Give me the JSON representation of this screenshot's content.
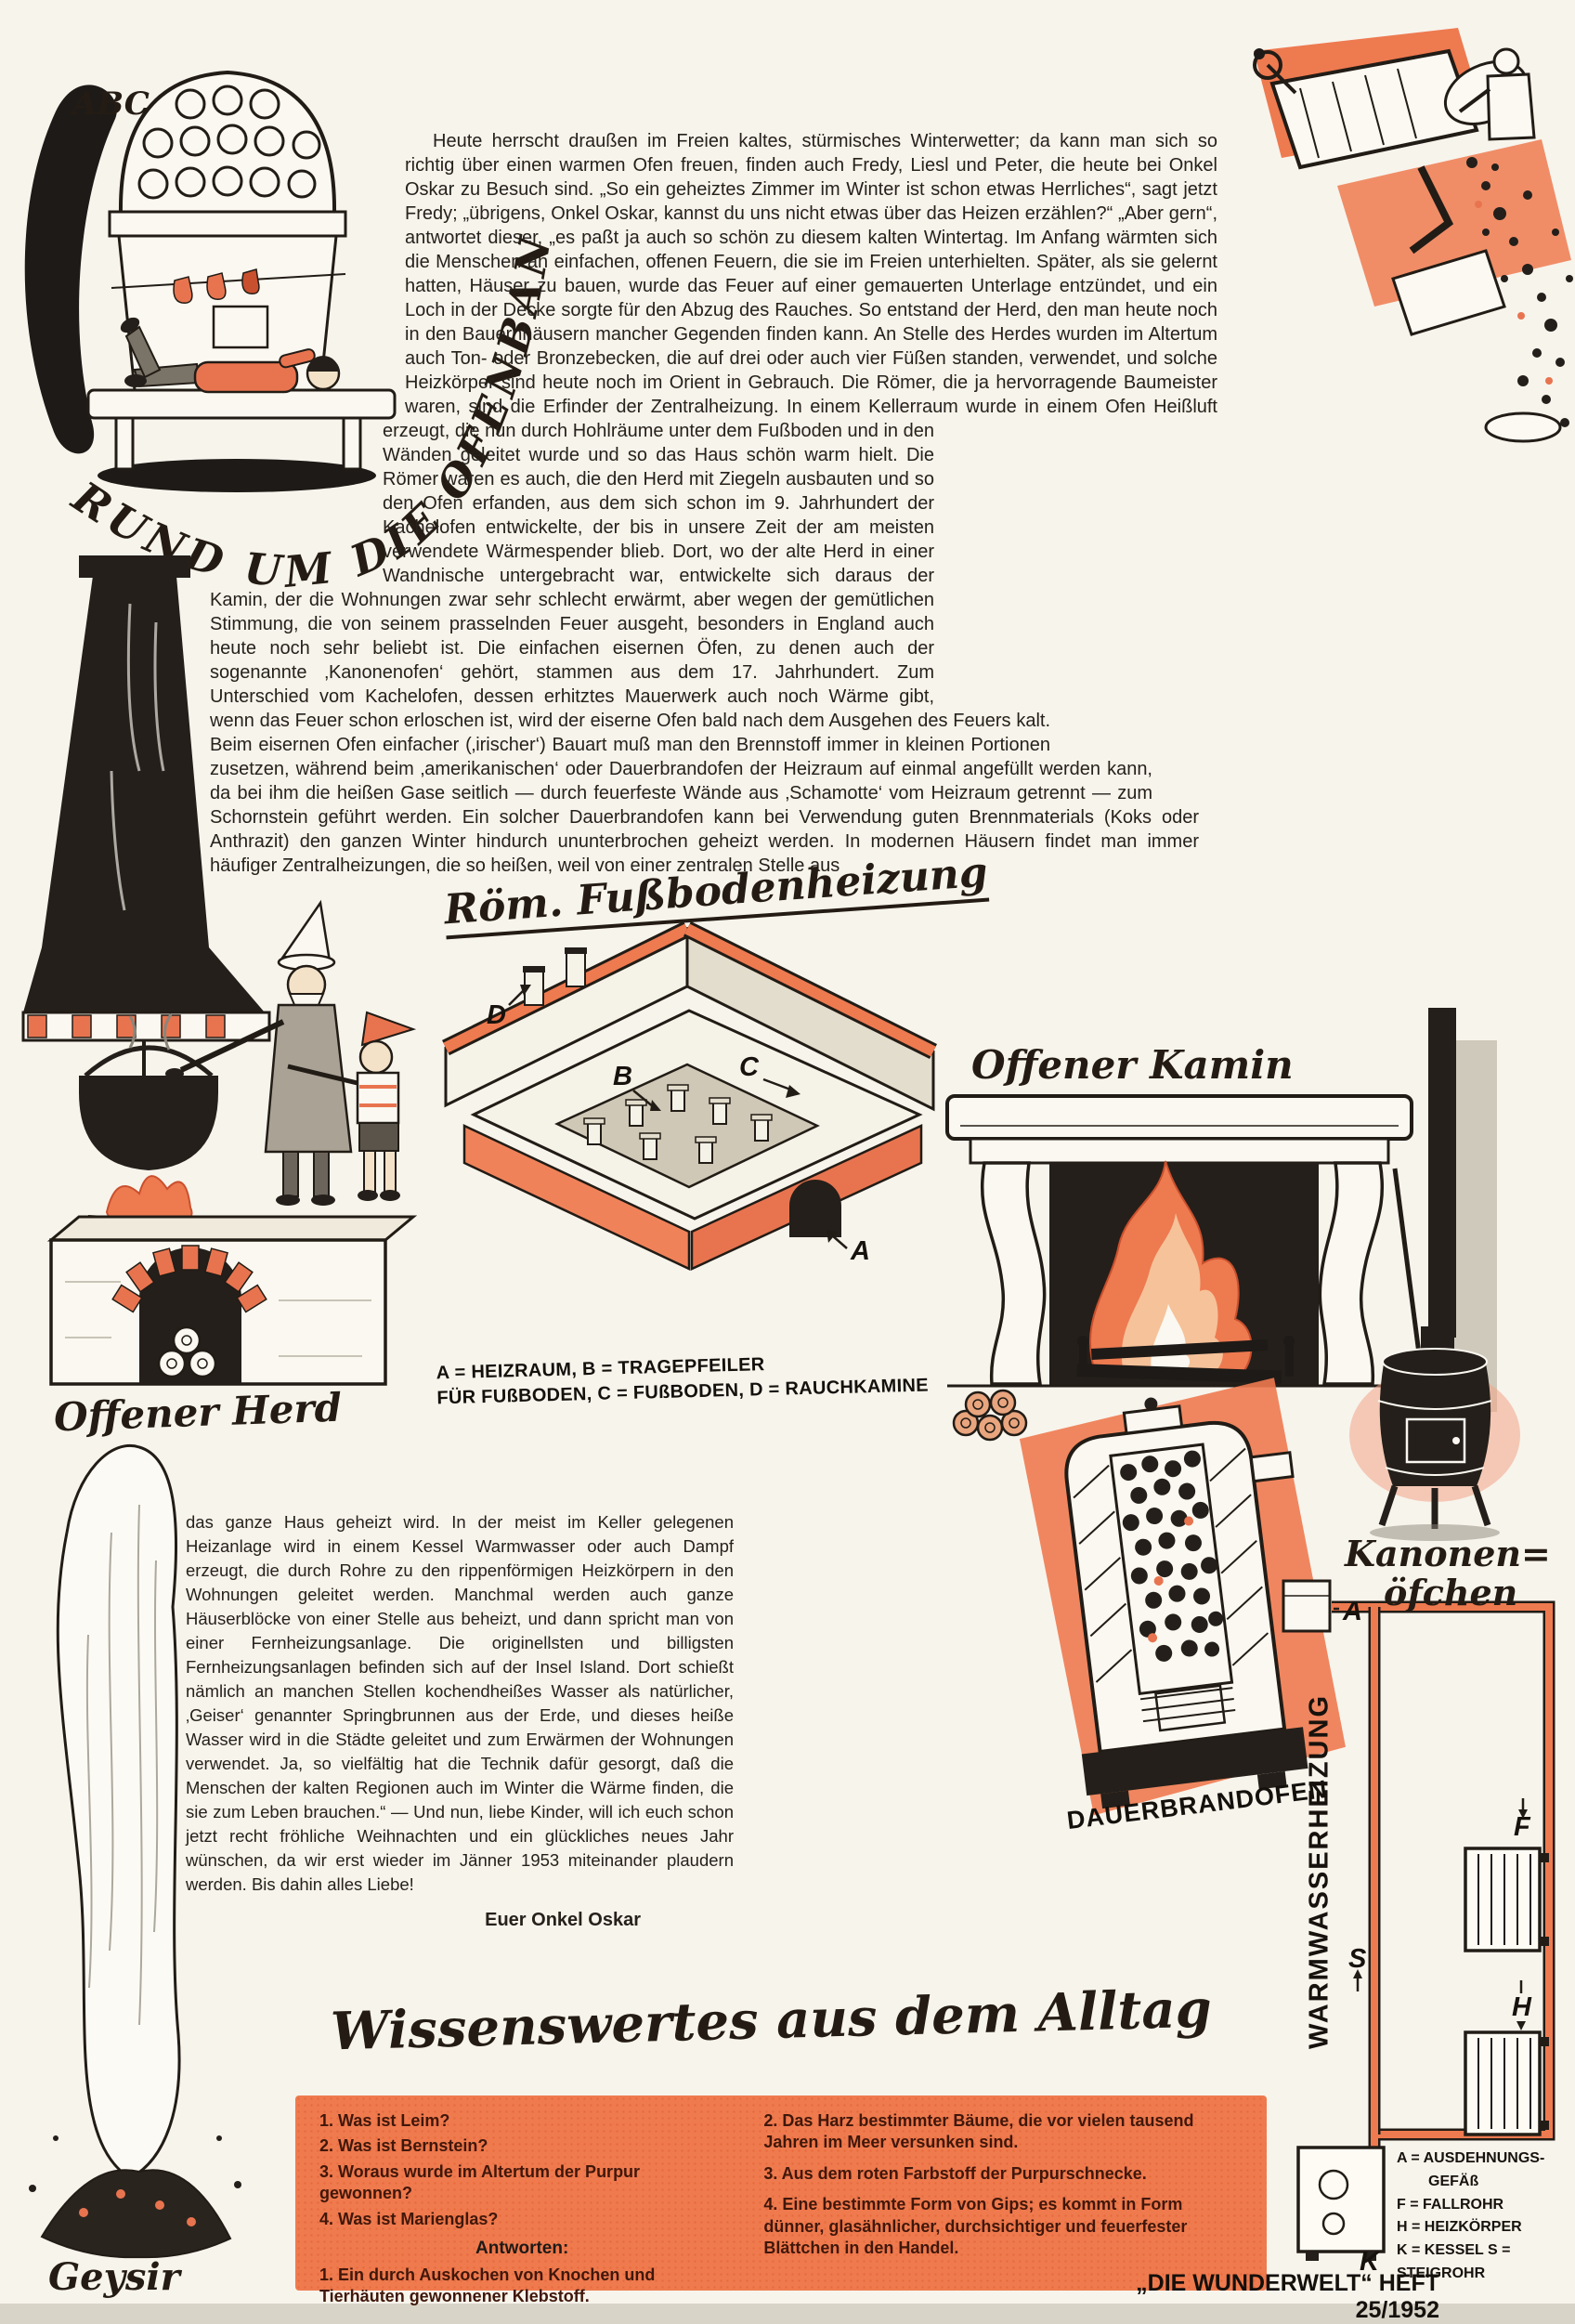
{
  "page": {
    "abc": "ABC",
    "arc_title": "RUND UM DIE OFENBANK",
    "footer": "„DIE WUNDERWELT“ HEFT 25/1952"
  },
  "article": {
    "part1": "Heute herrscht draußen im Freien kaltes, stürmisches Winterwetter; da kann man sich so richtig über einen warmen Ofen freuen, finden auch Fredy, Liesl und Peter, die heute bei Onkel Oskar zu Besuch sind. „So ein geheiztes Zimmer im Winter ist schon etwas Herrliches“, sagt jetzt Fredy; „übrigens, Onkel Oskar, kannst du uns nicht etwas über das Heizen erzählen?“ „Aber gern“, antwortet dieser, „es paßt ja auch so schön zu diesem kalten Wintertag. Im Anfang wärmten sich die Menschen an einfachen, offenen Feuern, die sie im Freien unterhielten. Später, als sie gelernt hatten, Häuser zu bauen, wurde das Feuer auf einer gemauerten Unterlage entzündet, und ein Loch in der Decke sorgte für den Abzug des Rauches. So entstand der Herd, den man heute noch in den Bauernhäusern mancher Gegenden finden kann. An Stelle des Herdes wurden im Altertum auch Ton- oder Bronzebecken, die auf drei oder auch vier Füßen standen, verwendet, und solche Heizkörper sind heute noch im Orient in Gebrauch. Die Römer, die ja hervorragende Baumeister waren, sind die Erfinder der Zentralheizung. In einem Kellerraum wurde in einem Ofen Heißluft erzeugt, die nun durch Hohlräume unter dem Fußboden und in den Wänden geleitet wurde und so das Haus schön warm hielt. Die Römer waren es auch, die den Herd mit Ziegeln ausbauten und so den Ofen erfanden, aus dem sich schon im 9. Jahrhundert der Kachelofen entwickelte, der bis in unsere Zeit der am meisten verwendete Wärmespender blieb. Dort, wo der alte Herd in einer Wandnische untergebracht war, entwickelte sich daraus der Kamin, der die Wohnungen zwar sehr schlecht erwärmt, aber wegen der gemütlichen Stimmung, die von seinem prasselnden Feuer ausgeht, besonders in England auch heute noch sehr beliebt ist. Die einfachen eisernen Öfen, zu denen auch der sogenannte ‚Kanonenofen‘ gehört, stammen aus dem 17. Jahrhundert. Zum Unterschied vom Kachelofen, dessen erhitztes Mauerwerk auch noch Wärme gibt, wenn das Feuer schon erloschen ist, wird der eiserne Ofen bald nach dem Ausgehen des Feuers kalt. Beim eisernen Ofen einfacher (‚irischer‘) Bauart muß man den Brennstoff immer in kleinen Portionen zusetzen, während beim ‚amerikanischen‘ oder Dauerbrandofen der Heizraum auf einmal angefüllt werden kann, da bei ihm die heißen Gase seitlich — durch feuerfeste Wände aus ‚Schamotte‘ vom Heizraum getrennt — zum Schornstein geführt werden. Ein solcher Dauerbrandofen kann bei Verwendung guten Brennmaterials (Koks oder Anthrazit) den ganzen Winter hindurch ununterbrochen geheizt werden. In modernen Häusern findet man immer häufiger Zentralheizungen, die so heißen, weil von einer zentralen Stelle aus",
    "part2": "das ganze Haus geheizt wird. In der meist im Keller gelegenen Heizanlage wird in einem Kessel Warmwasser oder auch Dampf erzeugt, die durch Rohre zu den rippenförmigen Heizkörpern in den Wohnungen geleitet werden. Manchmal werden auch ganze Häuserblöcke von einer Stelle aus beheizt, und dann spricht man von einer Fernheizungsanlage. Die originellsten und billigsten Fernheizungsanlagen befinden sich auf der Insel Island. Dort schießt nämlich an manchen Stellen kochendheißes Wasser als natürlicher, ‚Geiser‘ genannter Springbrunnen aus der Erde, und dieses heiße Wasser wird in die Städte geleitet und zum Erwärmen der Wohnungen verwendet. Ja, so vielfältig hat die Technik dafür gesorgt, daß die Menschen der kalten Regionen auch im Winter die Wärme finden, die sie zum Leben brauchen.“ — Und nun, liebe Kinder, will ich euch schon jetzt recht fröhliche Weihnachten und ein glückliches neues Jahr wünschen, da wir erst wieder im Jänner 1953 miteinander plaudern werden. Bis dahin alles Liebe!",
    "signature": "Euer Onkel Oskar"
  },
  "labels": {
    "roman_heating": "Röm. Fußbodenheizung",
    "roman_caption_l1": "A = HEIZRAUM, B = TRAGEPFEILER",
    "roman_caption_l2": "FÜR FUßBODEN, C = FUßBODEN, D = RAUCHKAMINE",
    "open_fireplace": "Offener Kamin",
    "open_hearth": "Offener Herd",
    "cannon_stove_l1": "Kanonen=",
    "cannon_stove_l2": "öfchen",
    "continuous_burner": "DAUERBRANDOFEN",
    "warm_water_heating": "WARMWASSERHEIZUNG",
    "geyser": "Geysir"
  },
  "roman_diagram": {
    "a": "A",
    "b": "B",
    "c": "C",
    "d": "D"
  },
  "water_diagram": {
    "a": "A",
    "f": "F",
    "s": "S",
    "h": "H",
    "k": "K"
  },
  "water_legend": {
    "l1": "A = AUSDEHNUNGS-",
    "l2": "GEFÄß",
    "l3": "F = FALLROHR",
    "l4": "H = HEIZKÖRPER",
    "l5": "K = KESSEL   S = STEIGROHR"
  },
  "quiz": {
    "heading": "Wissenswertes aus dem Alltag",
    "questions": [
      "1. Was ist Leim?",
      "2. Was ist Bernstein?",
      "3. Woraus wurde im Altertum der Purpur gewonnen?",
      "4. Was ist Marienglas?"
    ],
    "answers_title": "Antworten:",
    "answer_1": "1. Ein durch Auskochen von Knochen und Tierhäuten gewonnener Klebstoff.",
    "answers_right": [
      "2. Das Harz bestimmter Bäume, die vor vielen tausend Jahren im Meer versunken sind.",
      "3. Aus dem roten Farbstoff der Purpurschnecke.",
      "4. Eine bestimmte Form von Gips; es kommt in Form dünner, glasähnlicher, durchsichtiger und feuerfester Blättchen in den Handel."
    ]
  }
}
